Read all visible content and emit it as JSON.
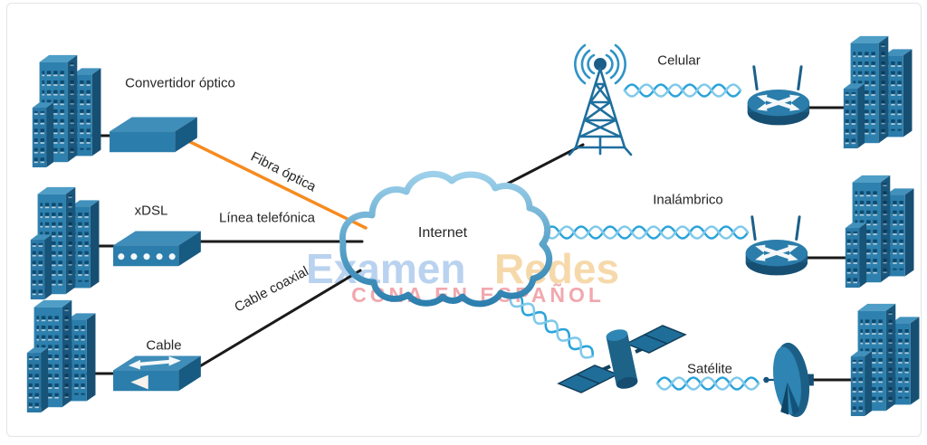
{
  "watermark": {
    "word1": "Examen",
    "word2": "Redes",
    "subtitle": "CCNA EN ESPAÑOL",
    "word1_color": "#b9d2ef",
    "word2_color": "#f6d9ab",
    "subtitle_color": "#ef9aa0"
  },
  "cloud": {
    "label": "Internet"
  },
  "labels": {
    "optical_converter": "Convertidor óptico",
    "fiber": "Fibra óptica",
    "xdsl": "xDSL",
    "phone_line": "Línea telefónica",
    "coax": "Cable coaxial",
    "cable": "Cable",
    "cellular": "Celular",
    "wireless": "Inalámbrico",
    "satellite": "Satélite"
  },
  "colors": {
    "fiber_line": "#f68b1f",
    "copper_line": "#1a1a1a",
    "wave_dark": "#2aa3da",
    "wave_light": "#7fc9ea",
    "device_front": "#2b7dab",
    "device_side": "#175a82",
    "device_top": "#4f9ec7",
    "cloud_stroke_top": "#9dd0ea",
    "cloud_stroke_bottom": "#2c7fae"
  }
}
